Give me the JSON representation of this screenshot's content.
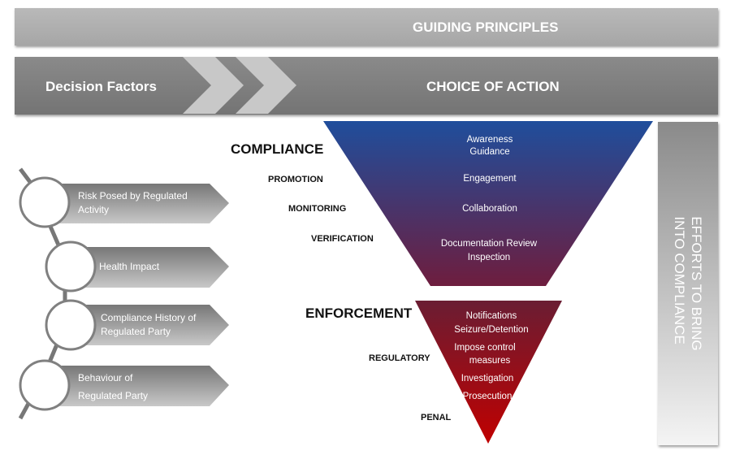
{
  "header": {
    "guiding_principles": "GUIDING PRINCIPLES",
    "decision_factors": "Decision Factors",
    "choice_of_action": "CHOICE OF ACTION"
  },
  "factors": [
    {
      "line1": "Risk  Posed by Regulated",
      "line2": "Activity"
    },
    {
      "line1": "Health  Impact",
      "line2": ""
    },
    {
      "line1": "Compliance  History of",
      "line2": "Regulated  Party"
    },
    {
      "line1": "Behaviour  of",
      "line2": "Regulated  Party"
    }
  ],
  "compliance": {
    "title": "COMPLIANCE",
    "levels": [
      "PROMOTION",
      "MONITORING",
      "VERIFICATION"
    ],
    "actions": [
      "Awareness",
      "Guidance",
      "Engagement",
      "Collaboration",
      "Documentation Review",
      "Inspection"
    ],
    "colors": {
      "top": "#1f4e9c",
      "bottom": "#6e1d3e"
    }
  },
  "enforcement": {
    "title": "ENFORCEMENT",
    "levels": [
      "REGULATORY",
      "PENAL"
    ],
    "actions": [
      "Notifications",
      "Seizure/Detention",
      "Impose control",
      "measures",
      "Investigation",
      "Prosecution"
    ],
    "colors": {
      "top": "#6a1d33",
      "bottom": "#c00000"
    }
  },
  "efforts": {
    "line1": "EFFORTS TO BRING",
    "line2": "INTO COMPLIANCE"
  }
}
